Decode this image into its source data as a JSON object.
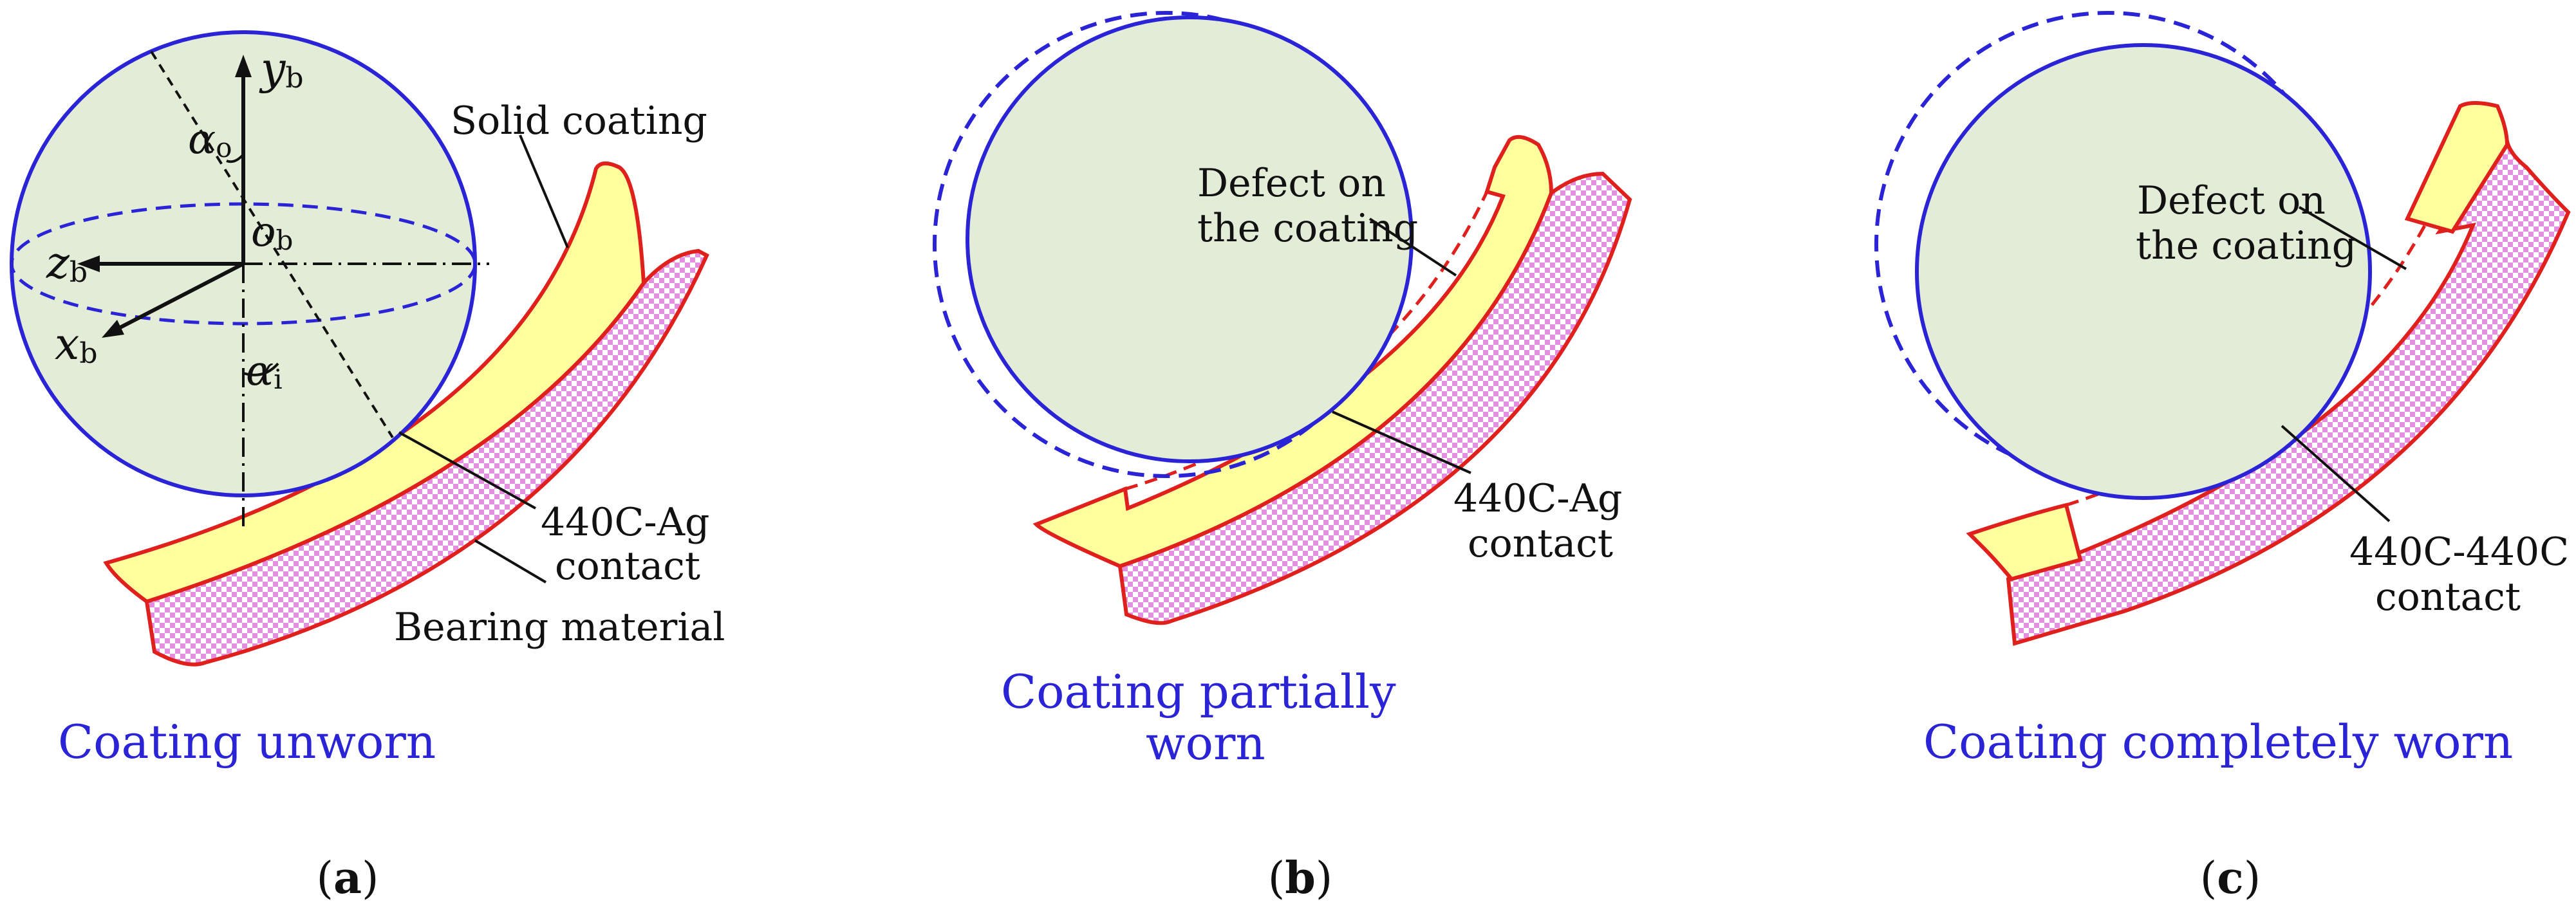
{
  "colors": {
    "ball_fill": "#e3ecd7",
    "ball_stroke": "#2a24d6",
    "coating_fill": "#ffff9e",
    "coating_stroke": "#e0201d",
    "substrate_hatch_a": "#e28fe0",
    "substrate_hatch_b": "#ffffff",
    "caption_text": "#2a24d6",
    "label_text": "#111111"
  },
  "panel_a": {
    "axes": {
      "y": "y",
      "y_sub": "b",
      "z": "z",
      "z_sub": "b",
      "x": "x",
      "x_sub": "b",
      "origin": "o",
      "origin_sub": "b",
      "alpha_o": "α",
      "alpha_o_sub": "o",
      "alpha_i": "α",
      "alpha_i_sub": "i"
    },
    "label_solid_coating": "Solid coating",
    "label_contact_line1": "440C-Ag",
    "label_contact_line2": "contact",
    "label_bearing_material": "Bearing material",
    "caption": "Coating unworn",
    "panel_label_open": "(",
    "panel_letter": "a",
    "panel_label_close": ")"
  },
  "panel_b": {
    "label_defect_line1": "Defect on",
    "label_defect_line2": "the coating",
    "label_contact_line1": "440C-Ag",
    "label_contact_line2": "contact",
    "caption_line1": "Coating partially",
    "caption_line2": "worn",
    "panel_label_open": "(",
    "panel_letter": "b",
    "panel_label_close": ")"
  },
  "panel_c": {
    "label_defect_line1": "Defect on",
    "label_defect_line2": "the coating",
    "label_contact_line1": "440C-440C",
    "label_contact_line2": "contact",
    "caption": "Coating completely worn",
    "panel_label_open": "(",
    "panel_letter": "c",
    "panel_label_close": ")"
  }
}
